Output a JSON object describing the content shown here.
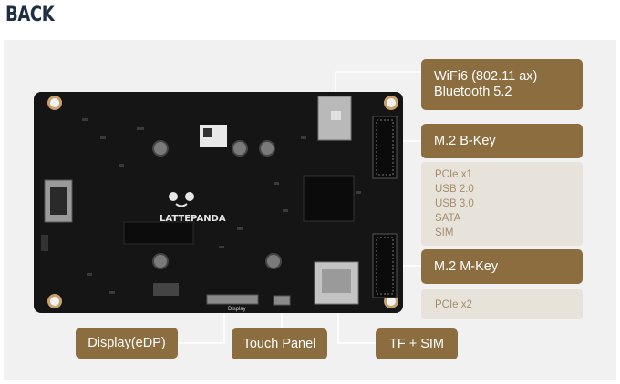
{
  "page": {
    "heading": "BACK"
  },
  "board": {
    "logo_text": "LATTEPANDA",
    "display_silkscreen": "Display"
  },
  "callouts": {
    "wifi": {
      "line1": "WiFi6 (802.11 ax)",
      "line2": "Bluetooth 5.2"
    },
    "m2_b_key": {
      "label": "M.2 B-Key",
      "specs": [
        "PCIe x1",
        "USB 2.0",
        "USB 3.0",
        "SATA",
        "SIM"
      ]
    },
    "m2_m_key": {
      "label": "M.2 M-Key",
      "specs": [
        "PCIe x2"
      ]
    },
    "display": {
      "label": "Display(eDP)"
    },
    "touch": {
      "label": "Touch Panel"
    },
    "tf_sim": {
      "label": "TF + SIM"
    }
  },
  "colors": {
    "callout_bg": "#8b6d3f",
    "spec_bg": "#e7e2da",
    "spec_text": "#a58e6a",
    "heading": "#1f2f43",
    "board": "#151515"
  }
}
